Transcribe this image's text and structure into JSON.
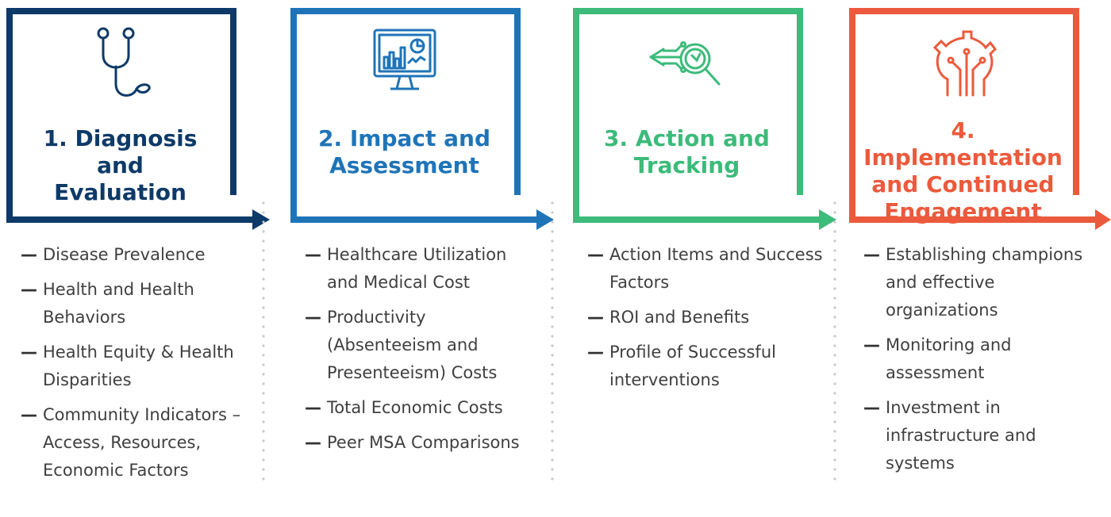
{
  "colors": {
    "step1": "#0d3a68",
    "step2": "#1f74b8",
    "step3": "#3cbb7a",
    "step4": "#eb5a3c"
  },
  "steps": [
    {
      "title_line1": "1. Diagnosis and",
      "title_line2": "Evaluation",
      "title_line3": "",
      "icon": "stethoscope-icon",
      "items": [
        "Disease Prevalence",
        "Health and Health Behaviors",
        "Health Equity & Health Disparities",
        "Community Indicators – Access, Resources, Economic Factors"
      ]
    },
    {
      "title_line1": "2. Impact and",
      "title_line2": "Assessment",
      "title_line3": "",
      "icon": "analytics-monitor-icon",
      "items": [
        "Healthcare Utilization and Medical Cost",
        "Productivity (Absenteeism and Presenteeism) Costs",
        "Total Economic Costs",
        "Peer MSA Comparisons"
      ]
    },
    {
      "title_line1": "3. Action and",
      "title_line2": "Tracking",
      "title_line3": "",
      "icon": "magnifier-circuit-icon",
      "items": [
        "Action Items and Success Factors",
        "ROI and Benefits",
        "Profile of Successful interventions"
      ]
    },
    {
      "title_line1": "4. Implementation",
      "title_line2": "and Continued",
      "title_line3": "Engagement",
      "icon": "gear-circuit-icon",
      "items": [
        "Establishing champions and effective organizations",
        "Monitoring and assessment",
        "Investment in infrastructure and systems"
      ]
    }
  ]
}
